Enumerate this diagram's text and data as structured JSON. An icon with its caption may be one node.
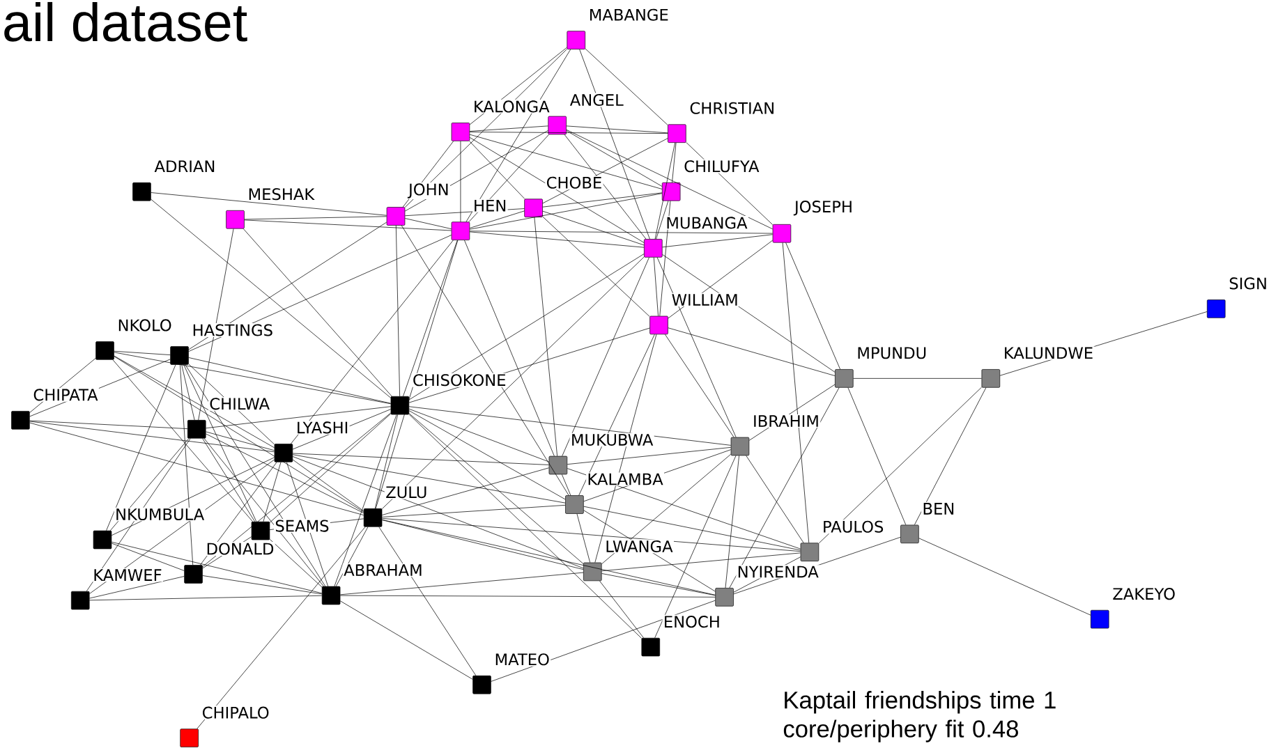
{
  "diagram": {
    "title": "ail dataset",
    "caption": "Kaptail friendships time 1 core/periphery fit 0.48",
    "nodes": [
      {
        "text": [
          "MABANGE"
        ]
      },
      {
        "text": [
          "KALONGA"
        ]
      },
      {
        "text": [
          "ANGEL"
        ]
      },
      {
        "text": [
          "CHRISTIAN"
        ]
      },
      {
        "text": [
          "ADRIAN"
        ]
      },
      {
        "text": [
          "MESHAK"
        ]
      },
      {
        "text": [
          "JOHN"
        ]
      },
      {
        "text": [
          "HEN"
        ]
      },
      {
        "text": [
          "CHOBE"
        ]
      },
      {
        "text": [
          "CHILUFYA"
        ]
      },
      {
        "text": [
          "MUBANGA"
        ]
      },
      {
        "text": [
          "JOSEPH"
        ]
      },
      {
        "text": [
          "WILLIAM"
        ]
      },
      {
        "text": [
          "NKOLO"
        ]
      },
      {
        "text": [
          "HASTINGS"
        ]
      },
      {
        "text": [
          "CHIPATA"
        ]
      },
      {
        "text": [
          "CHISOKONE"
        ]
      },
      {
        "text": [
          "CHILWA"
        ]
      },
      {
        "text": [
          "LYASHI"
        ]
      },
      {
        "text": [
          "MUKUBWA"
        ]
      },
      {
        "text": [
          "IBRAHIM"
        ]
      },
      {
        "text": [
          "MPUNDU"
        ]
      },
      {
        "text": [
          "KALUNDWE"
        ]
      },
      {
        "text": [
          "SIGN"
        ]
      },
      {
        "text": [
          "KALAMBA"
        ]
      },
      {
        "text": [
          "ZULU"
        ]
      },
      {
        "text": [
          "NKUMBULA"
        ]
      },
      {
        "text": [
          "SEAMS"
        ]
      },
      {
        "text": [
          "DONALD"
        ]
      },
      {
        "text": [
          "KAMWEF"
        ]
      },
      {
        "text": [
          "ABRAHAM"
        ]
      },
      {
        "text": [
          "LWANGA"
        ]
      },
      {
        "text": [
          "NYIRENDA"
        ]
      },
      {
        "text": [
          "PAULOS"
        ]
      },
      {
        "text": [
          "BEN"
        ]
      },
      {
        "text": [
          "ENOCH"
        ]
      },
      {
        "text": [
          "MATEO"
        ]
      },
      {
        "text": [
          "ZAKEYO"
        ]
      },
      {
        "text": [
          "CHIPALO"
        ]
      }
    ],
    "edges": [
      {
        "from": 0,
        "to": 1,
        "arrow": "none"
      },
      {
        "from": 0,
        "to": 6,
        "arrow": "none"
      },
      {
        "from": 0,
        "to": 7,
        "arrow": "none"
      },
      {
        "from": 0,
        "to": 10,
        "arrow": "none"
      },
      {
        "from": 0,
        "to": 3,
        "arrow": "none"
      },
      {
        "from": 1,
        "to": 2,
        "arrow": "none"
      },
      {
        "from": 1,
        "to": 3,
        "arrow": "none"
      },
      {
        "from": 2,
        "to": 3,
        "arrow": "none"
      },
      {
        "from": 1,
        "to": 8,
        "arrow": "none"
      },
      {
        "from": 1,
        "to": 9,
        "arrow": "none"
      },
      {
        "from": 1,
        "to": 10,
        "arrow": "none"
      },
      {
        "from": 1,
        "to": 6,
        "arrow": "none"
      },
      {
        "from": 1,
        "to": 7,
        "arrow": "none"
      },
      {
        "from": 2,
        "to": 9,
        "arrow": "none"
      },
      {
        "from": 2,
        "to": 7,
        "arrow": "none"
      },
      {
        "from": 2,
        "to": 6,
        "arrow": "none"
      },
      {
        "from": 2,
        "to": 10,
        "arrow": "none"
      },
      {
        "from": 2,
        "to": 11,
        "arrow": "none"
      },
      {
        "from": 3,
        "to": 9,
        "arrow": "none"
      },
      {
        "from": 3,
        "to": 10,
        "arrow": "none"
      },
      {
        "from": 3,
        "to": 8,
        "arrow": "none"
      },
      {
        "from": 3,
        "to": 11,
        "arrow": "none"
      },
      {
        "from": 9,
        "to": 10,
        "arrow": "none"
      },
      {
        "from": 9,
        "to": 8,
        "arrow": "none"
      },
      {
        "from": 9,
        "to": 7,
        "arrow": "none"
      },
      {
        "from": 9,
        "to": 12,
        "arrow": "none"
      },
      {
        "from": 8,
        "to": 7,
        "arrow": "none"
      },
      {
        "from": 8,
        "to": 6,
        "arrow": "none"
      },
      {
        "from": 8,
        "to": 10,
        "arrow": "none"
      },
      {
        "from": 8,
        "to": 12,
        "arrow": "none"
      },
      {
        "from": 8,
        "to": 19,
        "arrow": "none"
      },
      {
        "from": 6,
        "to": 7,
        "arrow": "none"
      },
      {
        "from": 6,
        "to": 5,
        "arrow": "none"
      },
      {
        "from": 6,
        "to": 4,
        "arrow": "none"
      },
      {
        "from": 5,
        "to": 7,
        "arrow": "none"
      },
      {
        "from": 7,
        "to": 10,
        "arrow": "none"
      },
      {
        "from": 7,
        "to": 11,
        "arrow": "none"
      },
      {
        "from": 10,
        "to": 11,
        "arrow": "none"
      },
      {
        "from": 10,
        "to": 12,
        "arrow": "none"
      },
      {
        "from": 10,
        "to": 21,
        "arrow": "none"
      },
      {
        "from": 11,
        "to": 12,
        "arrow": "none"
      },
      {
        "from": 11,
        "to": 21,
        "arrow": "none"
      },
      {
        "from": 11,
        "to": 33,
        "arrow": "none"
      },
      {
        "from": 12,
        "to": 21,
        "arrow": "none"
      },
      {
        "from": 12,
        "to": 16,
        "arrow": "none"
      },
      {
        "from": 12,
        "to": 24,
        "arrow": "none"
      },
      {
        "from": 12,
        "to": 20,
        "arrow": "none"
      },
      {
        "from": 12,
        "to": 31,
        "arrow": "none"
      },
      {
        "from": 6,
        "to": 16,
        "arrow": "none"
      },
      {
        "from": 6,
        "to": 24,
        "arrow": "none"
      },
      {
        "from": 6,
        "to": 14,
        "arrow": "none"
      },
      {
        "from": 7,
        "to": 16,
        "arrow": "none"
      },
      {
        "from": 7,
        "to": 14,
        "arrow": "none"
      },
      {
        "from": 7,
        "to": 25,
        "arrow": "none"
      },
      {
        "from": 7,
        "to": 19,
        "arrow": "none"
      },
      {
        "from": 7,
        "to": 18,
        "arrow": "none"
      },
      {
        "from": 5,
        "to": 17,
        "arrow": "none"
      },
      {
        "from": 5,
        "to": 16,
        "arrow": "none"
      },
      {
        "from": 4,
        "to": 16,
        "arrow": "none"
      },
      {
        "from": 10,
        "to": 16,
        "arrow": "none"
      },
      {
        "from": 10,
        "to": 25,
        "arrow": "none"
      },
      {
        "from": 10,
        "to": 20,
        "arrow": "none"
      },
      {
        "from": 10,
        "to": 19,
        "arrow": "none"
      },
      {
        "from": 13,
        "to": 14,
        "arrow": "none"
      },
      {
        "from": 13,
        "to": 15,
        "arrow": "none"
      },
      {
        "from": 13,
        "to": 16,
        "arrow": "none"
      },
      {
        "from": 13,
        "to": 18,
        "arrow": "none"
      },
      {
        "from": 13,
        "to": 27,
        "arrow": "none"
      },
      {
        "from": 13,
        "to": 25,
        "arrow": "none"
      },
      {
        "from": 14,
        "to": 15,
        "arrow": "none"
      },
      {
        "from": 14,
        "to": 16,
        "arrow": "none"
      },
      {
        "from": 14,
        "to": 17,
        "arrow": "none"
      },
      {
        "from": 14,
        "to": 18,
        "arrow": "none"
      },
      {
        "from": 14,
        "to": 26,
        "arrow": "none"
      },
      {
        "from": 14,
        "to": 28,
        "arrow": "none"
      },
      {
        "from": 14,
        "to": 27,
        "arrow": "none"
      },
      {
        "from": 14,
        "to": 30,
        "arrow": "none"
      },
      {
        "from": 15,
        "to": 17,
        "arrow": "none"
      },
      {
        "from": 15,
        "to": 18,
        "arrow": "none"
      },
      {
        "from": 15,
        "to": 25,
        "arrow": "none"
      },
      {
        "from": 16,
        "to": 17,
        "arrow": "none"
      },
      {
        "from": 16,
        "to": 18,
        "arrow": "none"
      },
      {
        "from": 16,
        "to": 25,
        "arrow": "none"
      },
      {
        "from": 16,
        "to": 30,
        "arrow": "none"
      },
      {
        "from": 16,
        "to": 19,
        "arrow": "none"
      },
      {
        "from": 16,
        "to": 24,
        "arrow": "none"
      },
      {
        "from": 16,
        "to": 31,
        "arrow": "none"
      },
      {
        "from": 16,
        "to": 20,
        "arrow": "none"
      },
      {
        "from": 16,
        "to": 27,
        "arrow": "none"
      },
      {
        "from": 16,
        "to": 28,
        "arrow": "none"
      },
      {
        "from": 16,
        "to": 35,
        "arrow": "none"
      },
      {
        "from": 17,
        "to": 18,
        "arrow": "none"
      },
      {
        "from": 17,
        "to": 26,
        "arrow": "none"
      },
      {
        "from": 17,
        "to": 25,
        "arrow": "none"
      },
      {
        "from": 17,
        "to": 30,
        "arrow": "none"
      },
      {
        "from": 17,
        "to": 27,
        "arrow": "none"
      },
      {
        "from": 17,
        "to": 29,
        "arrow": "none"
      },
      {
        "from": 18,
        "to": 25,
        "arrow": "none"
      },
      {
        "from": 18,
        "to": 30,
        "arrow": "none"
      },
      {
        "from": 18,
        "to": 26,
        "arrow": "none"
      },
      {
        "from": 18,
        "to": 28,
        "arrow": "none"
      },
      {
        "from": 18,
        "to": 29,
        "arrow": "none"
      },
      {
        "from": 18,
        "to": 19,
        "arrow": "none"
      },
      {
        "from": 18,
        "to": 24,
        "arrow": "none"
      },
      {
        "from": 18,
        "to": 31,
        "arrow": "none"
      },
      {
        "from": 18,
        "to": 27,
        "arrow": "none"
      },
      {
        "from": 25,
        "to": 19,
        "arrow": "none"
      },
      {
        "from": 25,
        "to": 24,
        "arrow": "none"
      },
      {
        "from": 25,
        "to": 31,
        "arrow": "none"
      },
      {
        "from": 25,
        "to": 30,
        "arrow": "none"
      },
      {
        "from": 25,
        "to": 27,
        "arrow": "none"
      },
      {
        "from": 25,
        "to": 33,
        "arrow": "none"
      },
      {
        "from": 25,
        "to": 32,
        "arrow": "none"
      },
      {
        "from": 25,
        "to": 36,
        "arrow": "none"
      },
      {
        "from": 25,
        "to": 38,
        "arrow": "none"
      },
      {
        "from": 26,
        "to": 28,
        "arrow": "none"
      },
      {
        "from": 26,
        "to": 30,
        "arrow": "none"
      },
      {
        "from": 29,
        "to": 28,
        "arrow": "none"
      },
      {
        "from": 29,
        "to": 30,
        "arrow": "none"
      },
      {
        "from": 28,
        "to": 30,
        "arrow": "none"
      },
      {
        "from": 28,
        "to": 27,
        "arrow": "none"
      },
      {
        "from": 27,
        "to": 30,
        "arrow": "none"
      },
      {
        "from": 30,
        "to": 31,
        "arrow": "none"
      },
      {
        "from": 30,
        "to": 32,
        "arrow": "none"
      },
      {
        "from": 30,
        "to": 36,
        "arrow": "none"
      },
      {
        "from": 19,
        "to": 20,
        "arrow": "none"
      },
      {
        "from": 19,
        "to": 24,
        "arrow": "none"
      },
      {
        "from": 19,
        "to": 33,
        "arrow": "none"
      },
      {
        "from": 24,
        "to": 31,
        "arrow": "none"
      },
      {
        "from": 24,
        "to": 20,
        "arrow": "none"
      },
      {
        "from": 24,
        "to": 32,
        "arrow": "none"
      },
      {
        "from": 24,
        "to": 33,
        "arrow": "none"
      },
      {
        "from": 20,
        "to": 32,
        "arrow": "none"
      },
      {
        "from": 20,
        "to": 21,
        "arrow": "none"
      },
      {
        "from": 20,
        "to": 33,
        "arrow": "none"
      },
      {
        "from": 20,
        "to": 31,
        "arrow": "none"
      },
      {
        "from": 20,
        "to": 35,
        "arrow": "none"
      },
      {
        "from": 31,
        "to": 32,
        "arrow": "none"
      },
      {
        "from": 31,
        "to": 35,
        "arrow": "none"
      },
      {
        "from": 31,
        "to": 33,
        "arrow": "none"
      },
      {
        "from": 32,
        "to": 33,
        "arrow": "none"
      },
      {
        "from": 32,
        "to": 34,
        "arrow": "none"
      },
      {
        "from": 32,
        "to": 36,
        "arrow": "none"
      },
      {
        "from": 32,
        "to": 21,
        "arrow": "none"
      },
      {
        "from": 21,
        "to": 22,
        "arrow": "none"
      },
      {
        "from": 21,
        "to": 34,
        "arrow": "none"
      },
      {
        "from": 22,
        "to": 23,
        "arrow": "none"
      },
      {
        "from": 22,
        "to": 34,
        "arrow": "none"
      },
      {
        "from": 22,
        "to": 33,
        "arrow": "none"
      },
      {
        "from": 34,
        "to": 37,
        "arrow": "none"
      }
    ]
  }
}
